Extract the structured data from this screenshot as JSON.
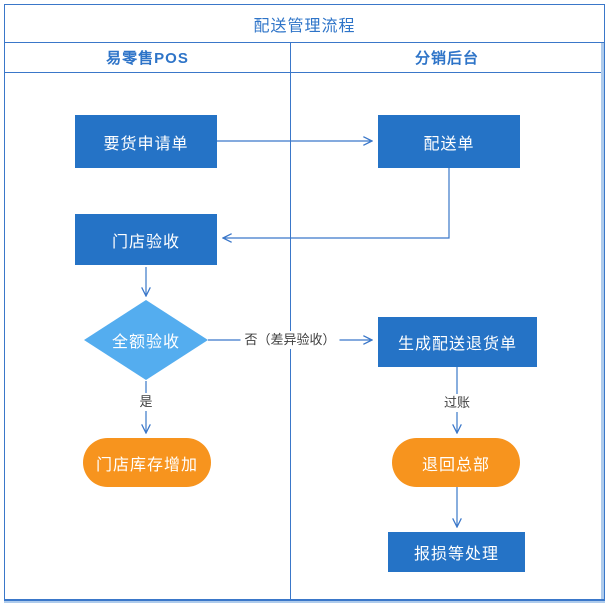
{
  "title": "配送管理流程",
  "lanes": {
    "left": "易零售POS",
    "right": "分销后台"
  },
  "nodes": {
    "request": "要货申请单",
    "delivery": "配送单",
    "store_accept": "门店验收",
    "full_accept": "全额验收",
    "inventory_increase": "门店库存增加",
    "return_order": "生成配送退货单",
    "return_hq": "退回总部",
    "loss_handling": "报损等处理"
  },
  "edge_labels": {
    "yes": "是",
    "no": "否（差异验收）",
    "posting": "过账"
  },
  "edges": [
    {
      "from": "request",
      "to": "delivery",
      "label": ""
    },
    {
      "from": "delivery",
      "to": "store_accept",
      "label": ""
    },
    {
      "from": "store_accept",
      "to": "full_accept",
      "label": ""
    },
    {
      "from": "full_accept",
      "to": "return_order",
      "label": "否（差异验收）"
    },
    {
      "from": "full_accept",
      "to": "inventory_increase",
      "label": "是"
    },
    {
      "from": "return_order",
      "to": "return_hq",
      "label": "过账"
    },
    {
      "from": "return_hq",
      "to": "loss_handling",
      "label": ""
    }
  ],
  "colors": {
    "line": "#3A77C9",
    "heading_text": "#2E74C8",
    "process_fill": "#2573C6",
    "decision_fill": "#54ADEF",
    "terminator_fill": "#F7941E",
    "edge_label_text": "#3F3F3F",
    "selection": "#AECBEC"
  }
}
